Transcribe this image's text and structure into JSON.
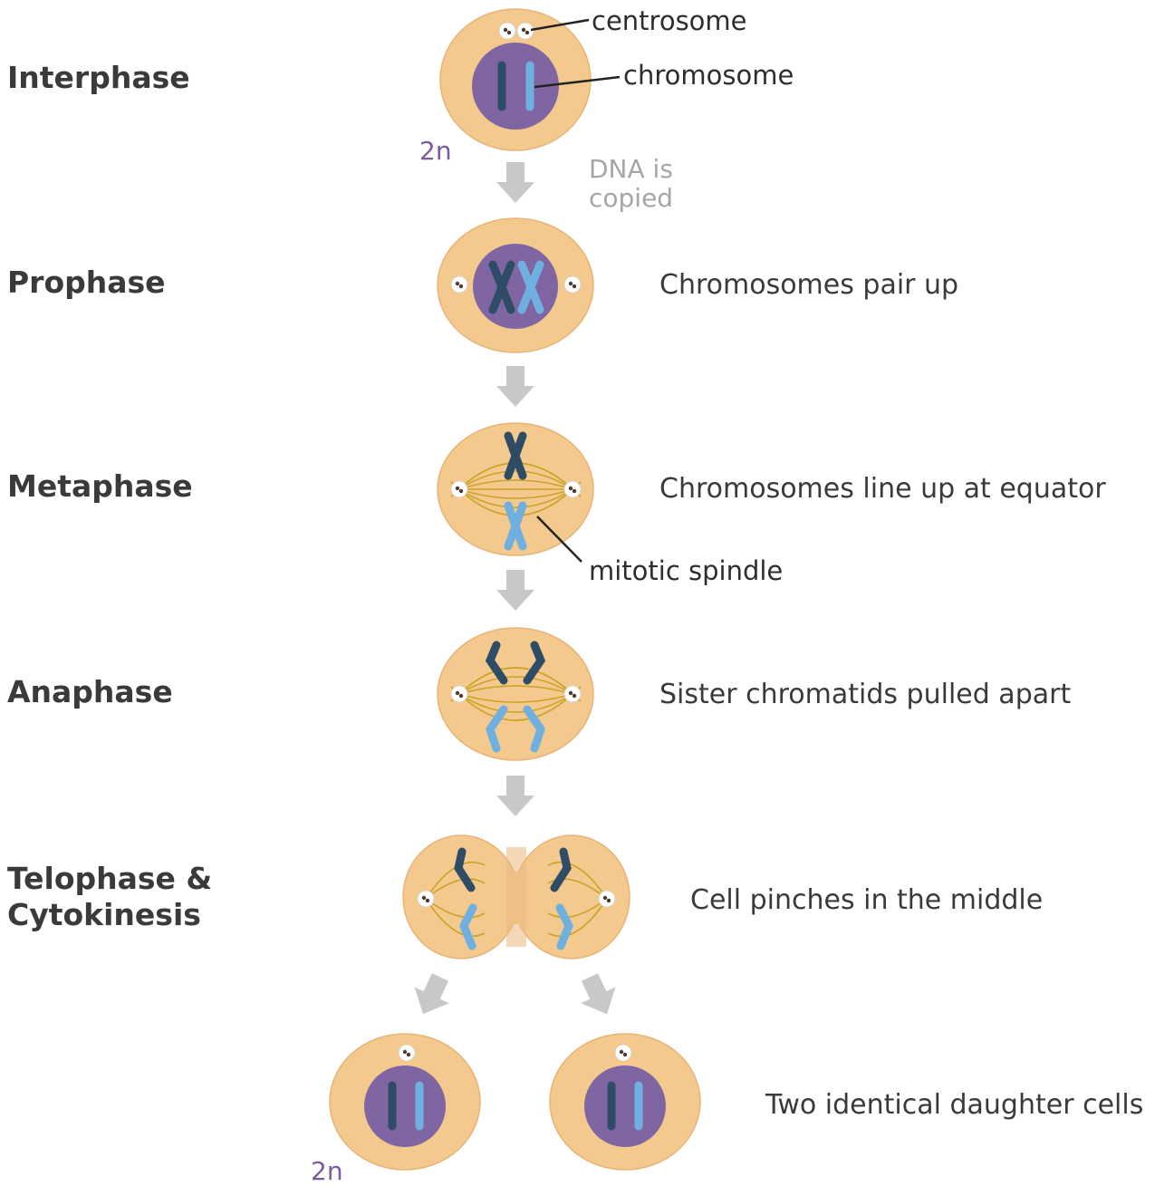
{
  "stages": [
    {
      "label": "Interphase",
      "description": ""
    },
    {
      "label": "Prophase",
      "description": "Chromosomes pair up"
    },
    {
      "label": "Metaphase",
      "description": "Chromosomes line up at equator"
    },
    {
      "label": "Anaphase",
      "description": "Sister chromatids pulled apart"
    },
    {
      "label_line1": "Telophase &",
      "label_line2": "Cytokinesis",
      "description": "Cell pinches in the middle"
    },
    {
      "label": "",
      "description": "Two identical daughter cells"
    }
  ],
  "callouts": {
    "centrosome": "centrosome",
    "chromosome": "chromosome",
    "mitotic_spindle": "mitotic spindle"
  },
  "notes": {
    "dna_copied_line1": "DNA is",
    "dna_copied_line2": "copied"
  },
  "ploidy": {
    "interphase": "2n",
    "daughter": "2n"
  },
  "colors": {
    "cell": "#f3c98e",
    "nucleus": "#7f65a2",
    "chromosome_dark": "#2f4c66",
    "chromosome_light": "#6fb0e0",
    "spindle": "#c9a326",
    "arrow": "#c8c8c8",
    "ploidy_text": "#7a5aa0"
  }
}
